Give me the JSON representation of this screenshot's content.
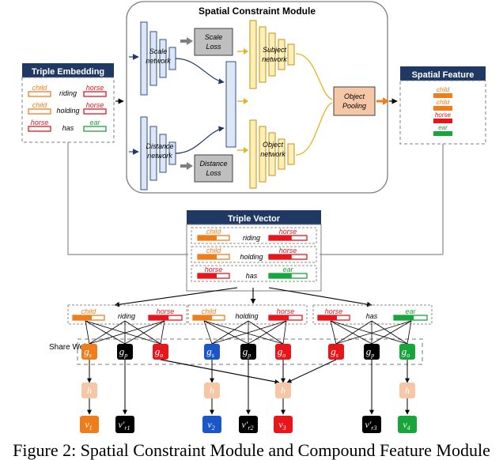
{
  "colors": {
    "child": "#f07d1c",
    "horse": "#e8151b",
    "ear": "#18a53b",
    "blue": "#1a56c8",
    "black": "#000000",
    "h_node": "#f5c7a7",
    "network": "#e8b21e",
    "network_fill": "#fff0b8",
    "scale_net": "#7b96c8",
    "scale_fill": "#dce6f5",
    "pooling_fill": "#f5c7a7",
    "loss_fill": "#bfbfbf",
    "header_bg": "#1f3864"
  },
  "module": {
    "title": "Spatial Constraint Module",
    "scale_network": "Scale network",
    "scale_loss": "Scale Loss",
    "distance_network": "Distance network",
    "distance_loss": "Distance Loss",
    "subject_network": "Subject network",
    "object_network": "Object network",
    "object_pooling": "Object Pooling"
  },
  "triple_embedding": {
    "title": "Triple Embedding",
    "rows": [
      {
        "subject": "child",
        "predicate": "riding",
        "object": "horse"
      },
      {
        "subject": "child",
        "predicate": "holding",
        "object": "horse"
      },
      {
        "subject": "horse",
        "predicate": "has",
        "object": "ear"
      }
    ]
  },
  "spatial_feature": {
    "title": "Spatial Feature",
    "labels": [
      "child",
      "child",
      "horse",
      "ear"
    ]
  },
  "triple_vector": {
    "title": "Triple Vector",
    "rows": [
      {
        "subject": "child",
        "predicate": "riding",
        "object": "horse"
      },
      {
        "subject": "child",
        "predicate": "holding",
        "object": "horse"
      },
      {
        "subject": "horse",
        "predicate": "has",
        "object": "ear"
      }
    ]
  },
  "bottom_triples": [
    {
      "subject": "child",
      "predicate": "riding",
      "object": "horse"
    },
    {
      "subject": "child",
      "predicate": "holding",
      "object": "horse"
    },
    {
      "subject": "horse",
      "predicate": "has",
      "object": "ear"
    }
  ],
  "share_weight": "Share Weight",
  "node_labels": {
    "gs": "g",
    "gs_sub": "s",
    "gp": "g",
    "gp_sub": "p",
    "go": "g",
    "go_sub": "o",
    "h": "h"
  },
  "outputs": [
    {
      "main": "v",
      "sub": "1",
      "prime": ""
    },
    {
      "main": "v",
      "sub": "r1",
      "prime": "′"
    },
    {
      "main": "v",
      "sub": "2",
      "prime": ""
    },
    {
      "main": "v",
      "sub": "r2",
      "prime": "′"
    },
    {
      "main": "v",
      "sub": "3",
      "prime": ""
    },
    {
      "main": "v",
      "sub": "r3",
      "prime": "′"
    },
    {
      "main": "v",
      "sub": "4",
      "prime": ""
    }
  ],
  "caption": "Figure 2: Spatial Constraint Module and Compound Feature Module"
}
